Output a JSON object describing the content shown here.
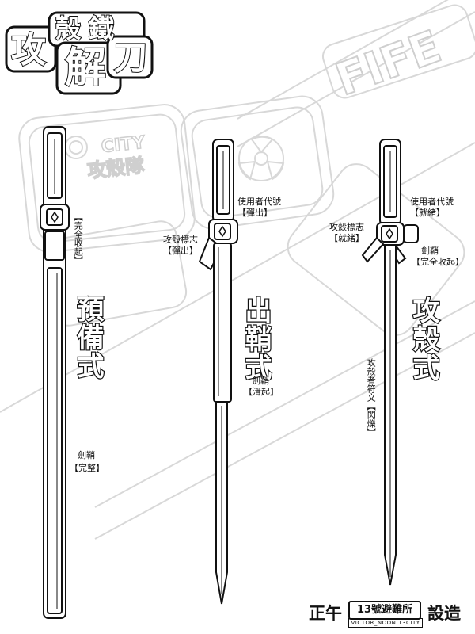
{
  "title": {
    "chars": [
      "攻",
      "殼",
      "鐵",
      "解",
      "刀"
    ]
  },
  "background": {
    "emblem_text": "CITY",
    "emblem_subtext": "攻殼隊",
    "watermark_text": "FIFE"
  },
  "swords": [
    {
      "mode_title": "預備式",
      "callouts": [
        {
          "text": "【完全收起】"
        },
        {
          "text": "劍鞘",
          "status": "【完整】"
        }
      ]
    },
    {
      "mode_title": "出鞘式",
      "callouts": [
        {
          "text": "使用者代號",
          "status": "【彈出】"
        },
        {
          "text": "攻殼標志",
          "status": "【彈出】"
        },
        {
          "text": "劍鞘",
          "status": "【滑起】"
        }
      ]
    },
    {
      "mode_title": "攻殼式",
      "callouts": [
        {
          "text": "使用者代號",
          "status": "【就緒】"
        },
        {
          "text": "攻殼標志",
          "status": "【就緒】"
        },
        {
          "text": "劍鞘",
          "status": "【完全收起】"
        },
        {
          "text": "攻殼者符文【閃爍】"
        }
      ]
    }
  ],
  "signature": {
    "left": "正午",
    "boxed": "13號避難所",
    "right": "設造",
    "sub": "VICTOR_NOON 13CITY"
  }
}
